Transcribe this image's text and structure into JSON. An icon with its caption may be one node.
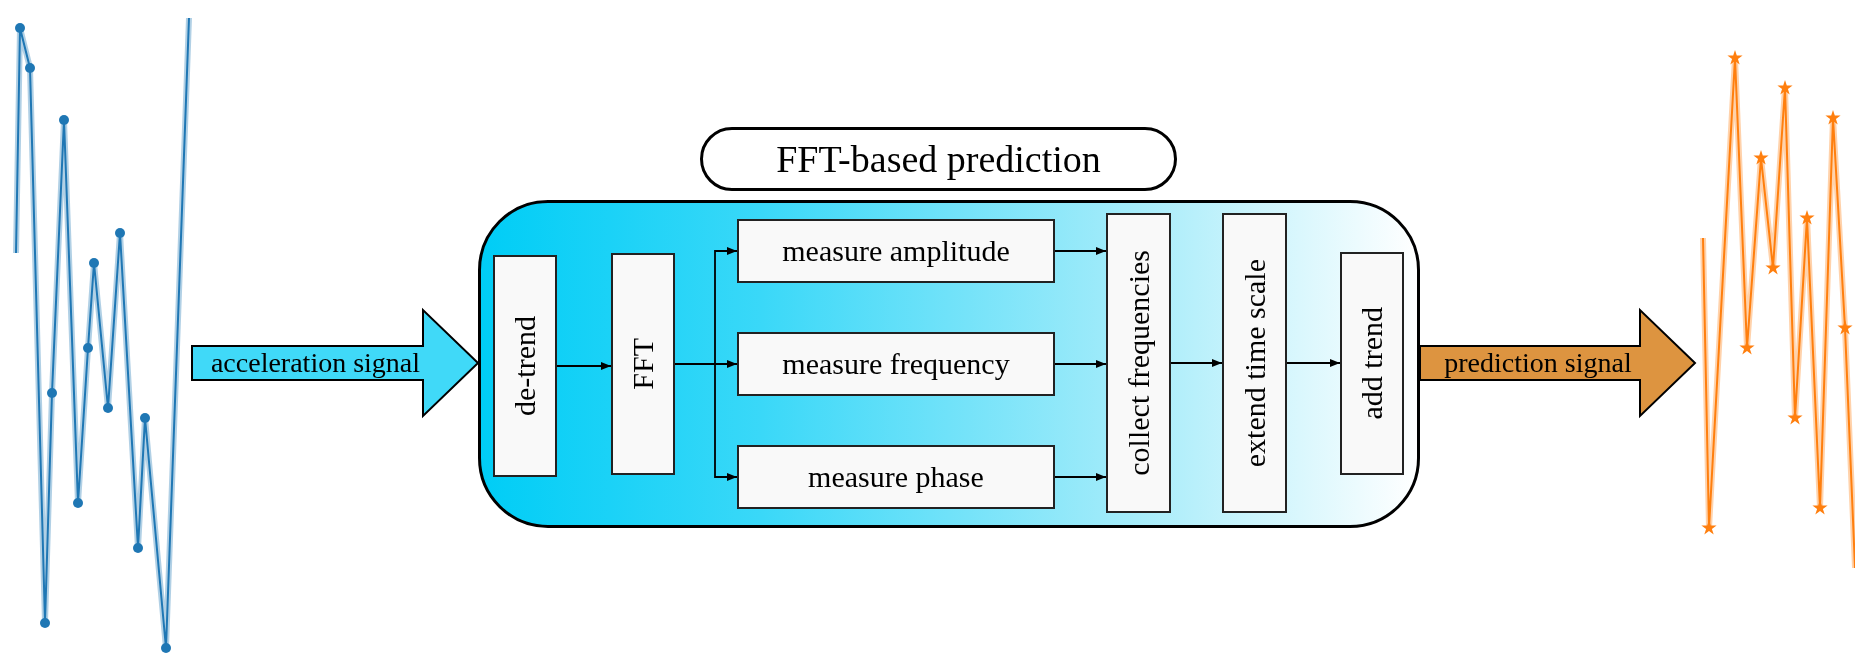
{
  "diagram": {
    "title": "FFT-based prediction",
    "nodes": [
      {
        "text": [],
        "shape": "picture"
      },
      {
        "text": [],
        "shape": "box"
      },
      {
        "text": [
          "de-trend"
        ],
        "in": 1
      },
      {
        "text": [
          "FFT"
        ],
        "in": 1
      },
      {
        "text": [
          "measure amplitude"
        ],
        "in": 1
      },
      {
        "text": [
          "measure frequency"
        ],
        "in": 1
      },
      {
        "text": [
          "measure phase"
        ],
        "in": 1
      },
      {
        "text": [
          "collect frequencies"
        ],
        "in": 1
      },
      {
        "text": [
          "extend time scale"
        ],
        "in": 1
      },
      {
        "text": [
          "add trend"
        ],
        "in": 1
      },
      {
        "text": [],
        "shape": "picture"
      }
    ],
    "edges": [
      {
        "from": 0,
        "to": 1,
        "arrow": "to",
        "label": "acceleration signal",
        "style": "thick",
        "color": "#40d9f8"
      },
      {
        "from": 2,
        "to": 3,
        "arrow": "to"
      },
      {
        "from": 3,
        "to": 4,
        "arrow": "to"
      },
      {
        "from": 3,
        "to": 5,
        "arrow": "to"
      },
      {
        "from": 3,
        "to": 6,
        "arrow": "to"
      },
      {
        "from": 4,
        "to": 7,
        "arrow": "to"
      },
      {
        "from": 5,
        "to": 7,
        "arrow": "to"
      },
      {
        "from": 6,
        "to": 7,
        "arrow": "to"
      },
      {
        "from": 7,
        "to": 8,
        "arrow": "to"
      },
      {
        "from": 8,
        "to": 9,
        "arrow": "to"
      },
      {
        "from": 1,
        "to": 10,
        "arrow": "to",
        "label": "prediction signal",
        "style": "thick",
        "color": "#dd9440"
      }
    ]
  }
}
